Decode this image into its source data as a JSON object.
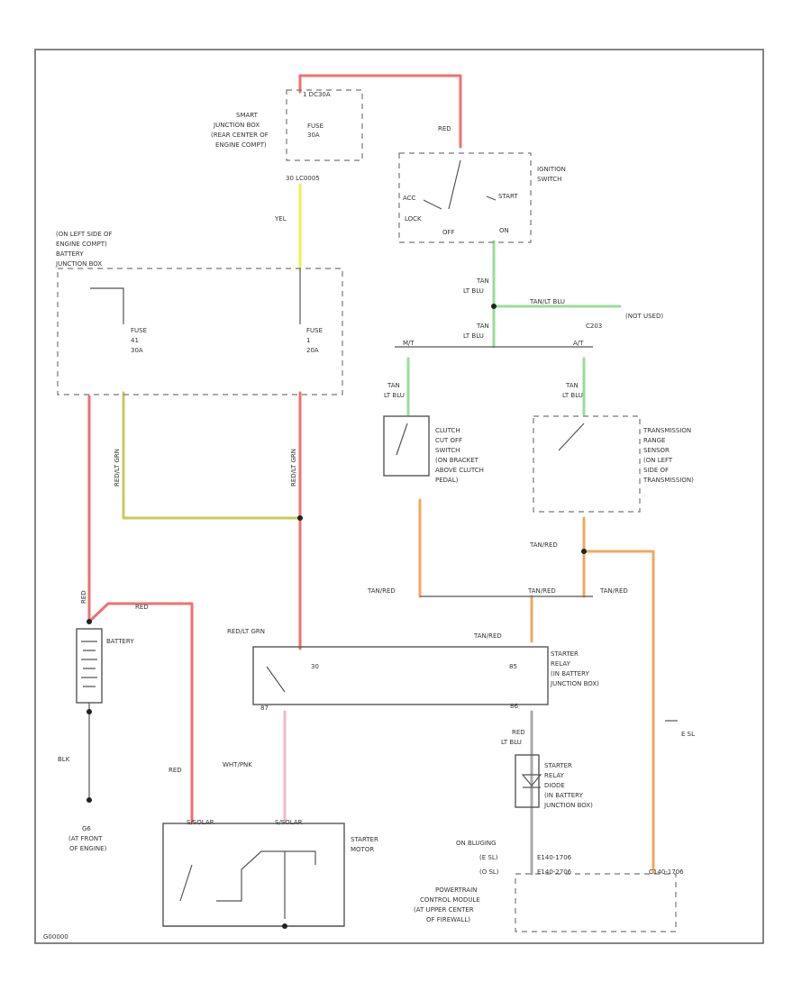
{
  "colors": {
    "red": "#f07070",
    "yellow": "#eeee55",
    "green": "#99dd99",
    "orange": "#f0a860",
    "pink": "#f0b8c8",
    "olive": "#c8c860",
    "gray": "#aaaaaa"
  },
  "labels": {
    "jb_fuse_top": "FUSE",
    "jb_fuse_top_amp": "30A",
    "smart_jb": "SMART",
    "smart_jb_2": "JUNCTION BOX",
    "smart_jb_3": "(REAR CENTER OF",
    "smart_jb_4": "ENGINE COMPT)",
    "yel": "YEL",
    "red_top": "RED",
    "ignition_switch": "IGNITION",
    "ignition_switch_2": "SWITCH",
    "acc": "ACC",
    "start": "START",
    "lock": "LOCK",
    "off": "OFF",
    "on": "ON",
    "battery_jb_1": "(ON LEFT SIDE OF",
    "battery_jb_2": "ENGINE COMPT)",
    "battery_jb_3": "BATTERY",
    "battery_jb_4": "JUNCTION BOX",
    "fuse_left": "FUSE",
    "fuse_left_2": "41",
    "fuse_left_3": "30A",
    "fuse_mid": "FUSE",
    "fuse_mid_2": "1",
    "fuse_mid_3": "20A",
    "tan_lt_blu_1": "TAN",
    "tan_lt_blu_1b": "LT BLU",
    "tan_lt_blu_2": "TAN",
    "tan_lt_blu_2b": "LT BLU",
    "not_used": "(NOT USED)",
    "c203": "C203",
    "tan_lt_blu_3": "TAN",
    "tan_lt_blu_3b": "LT BLU",
    "tan_lt_blu_4": "TAN",
    "tan_lt_blu_4b": "LT BLU",
    "mt": "M/T",
    "at": "A/T",
    "clutch_1": "CLUTCH",
    "clutch_2": "CUT OFF",
    "clutch_3": "SWITCH",
    "clutch_4": "(ON BRACKET",
    "clutch_5": "ABOVE CLUTCH",
    "clutch_6": "PEDAL)",
    "trs_1": "TRANSMISSION",
    "trs_2": "RANGE",
    "trs_3": "SENSOR",
    "trs_4": "(ON LEFT",
    "trs_5": "SIDE OF",
    "trs_6": "TRANSMISSION)",
    "tan_red_1": "TAN/RED",
    "tan_red_2": "TAN/RED",
    "tan_red_3": "TAN/RED",
    "tan_red_4": "TAN/RED",
    "tan_red_5": "TAN/RED",
    "red_lt_grn": "RED/LT GRN",
    "red_lt_grn_v1": "RED/LT GRN",
    "red_lt_grn_v2": "RED/LT GRN",
    "red_v": "RED",
    "red_h": "RED",
    "battery": "BATTERY",
    "starter_relay_1": "STARTER",
    "starter_relay_2": "RELAY",
    "starter_relay_3": "(IN BATTERY",
    "starter_relay_4": "JUNCTION BOX)",
    "relay_pin_30": "30",
    "relay_pin_87": "87",
    "relay_pin_85": "85",
    "relay_pin_86": "86",
    "red_lt_blu": "RED",
    "red_lt_blu_b": "LT BLU",
    "diode_1": "STARTER",
    "diode_2": "RELAY",
    "diode_3": "DIODE",
    "diode_4": "(IN BATTERY",
    "diode_5": "JUNCTION BOX)",
    "blk": "BLK",
    "g_1": "G6",
    "g_2": "(AT FRONT",
    "g_3": "OF ENGINE)",
    "red_starter": "RED",
    "wht_pnk": "WHT/PNK",
    "starter_motor_1": "STARTER",
    "starter_motor_2": "MOTOR",
    "se_1": "S/SOLAR",
    "se_2": "S/SOLAR",
    "on_bluging": "ON BLUGING",
    "esl_1": "(E SL)",
    "esl_2": "(O SL)",
    "pcm_1": "POWERTRAIN",
    "pcm_2": "CONTROL MODULE",
    "pcm_3": "(AT UPPER CENTER",
    "pcm_4": "OF FIREWALL)",
    "pin_a": "E140-1706",
    "pin_b": "E140-2706",
    "pin_c": "C140-1706",
    "esl_r": "E SL",
    "hot_mark": "1 DC30A",
    "terminal_top": "30   LC0005",
    "tan_blu_wire": "TAN/LT BLU",
    "fig": "G00000"
  }
}
